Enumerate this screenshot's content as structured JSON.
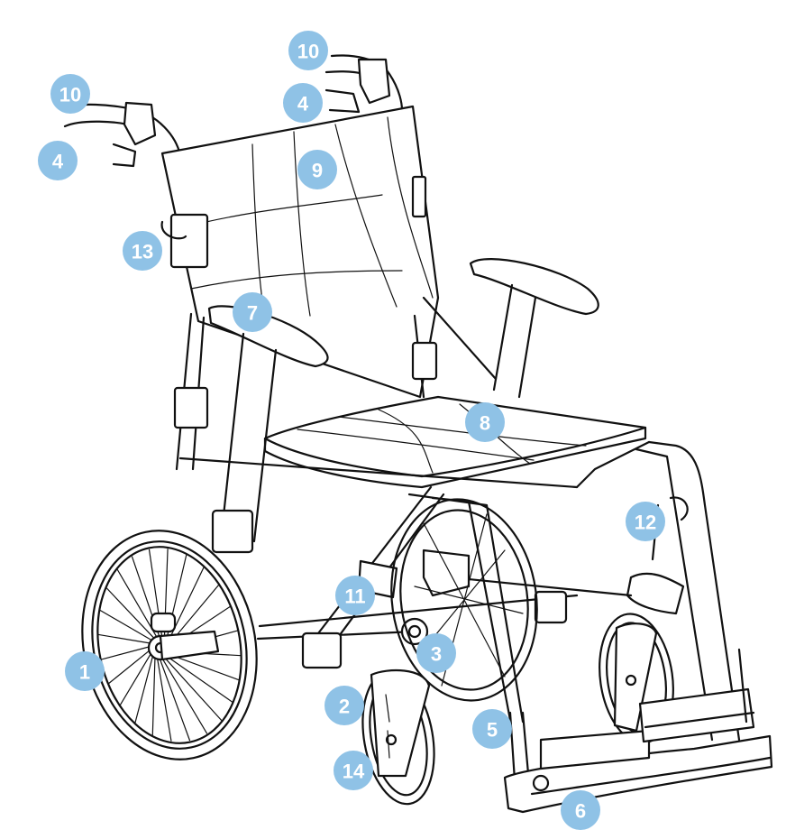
{
  "diagram": {
    "callouts": [
      {
        "id": "c10a",
        "label": "10"
      },
      {
        "id": "c4a",
        "label": "4"
      },
      {
        "id": "c10b",
        "label": "10"
      },
      {
        "id": "c4b",
        "label": "4"
      },
      {
        "id": "c9",
        "label": "9"
      },
      {
        "id": "c13",
        "label": "13"
      },
      {
        "id": "c7",
        "label": "7"
      },
      {
        "id": "c8",
        "label": "8"
      },
      {
        "id": "c12",
        "label": "12"
      },
      {
        "id": "c11",
        "label": "11"
      },
      {
        "id": "c1",
        "label": "1"
      },
      {
        "id": "c3",
        "label": "3"
      },
      {
        "id": "c2",
        "label": "2"
      },
      {
        "id": "c5",
        "label": "5"
      },
      {
        "id": "c14",
        "label": "14"
      },
      {
        "id": "c6",
        "label": "6"
      }
    ],
    "colors": {
      "callout": "#8fc2e6",
      "callout_text": "#ffffff",
      "line": "#111111"
    }
  }
}
